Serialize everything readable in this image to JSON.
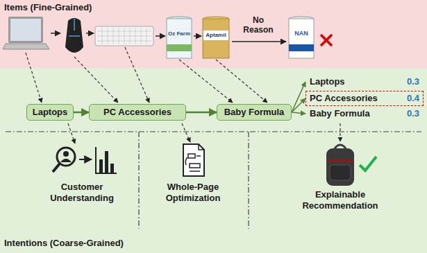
{
  "diagram": {
    "nodes": [
      {
        "text": [
          "Items (Fine-Grained)"
        ]
      },
      {
        "text": [
          "Intentions (Coarse-Grained)"
        ]
      },
      {
        "text": [
          "Laptops"
        ],
        "in": 1
      },
      {
        "text": [
          "PC Accessories"
        ],
        "in": 1
      },
      {
        "text": [
          "Baby Formula"
        ],
        "in": 1
      },
      {
        "text": [
          "Laptops",
          "0.3"
        ],
        "in": 1
      },
      {
        "text": [
          "PC Accessories",
          "0.4"
        ],
        "in": 1
      },
      {
        "text": [
          "Baby Formula",
          "0.3"
        ],
        "in": 1
      }
    ],
    "edges": [
      {
        "from": 2,
        "to": 3,
        "arrow": "to"
      },
      {
        "from": 3,
        "to": 4,
        "arrow": "to"
      },
      {
        "from": 4,
        "to": 5,
        "arrow": "to"
      },
      {
        "from": 4,
        "to": 6,
        "arrow": "to"
      },
      {
        "from": 4,
        "to": 7,
        "arrow": "to"
      }
    ],
    "labels": [
      "Oz Farm",
      "Aptamil",
      "No Reason",
      "NAN",
      "Customer Understanding",
      "Whole-Page Optimization",
      "Explainable Recommendation"
    ]
  }
}
